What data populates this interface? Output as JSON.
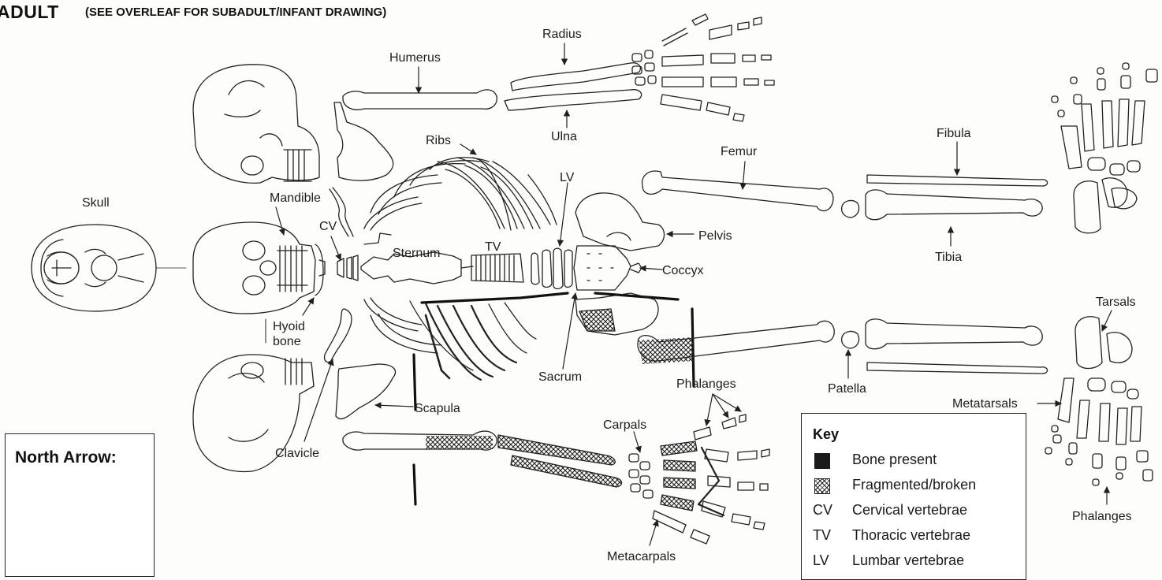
{
  "header": {
    "title": "ADULT",
    "subtitle": "(SEE OVERLEAF FOR SUBADULT/INFANT DRAWING)"
  },
  "labels": {
    "skull": "Skull",
    "mandible": "Mandible",
    "cv": "CV",
    "hyoid": "Hyoid",
    "bone": "bone",
    "clavicle": "Clavicle",
    "scapula": "Scapula",
    "humerus": "Humerus",
    "radius": "Radius",
    "ulna": "Ulna",
    "ribs": "Ribs",
    "sternum": "Sternum",
    "tv": "TV",
    "lv": "LV",
    "sacrum": "Sacrum",
    "coccyx": "Coccyx",
    "pelvis": "Pelvis",
    "femur": "Femur",
    "fibula": "Fibula",
    "tibia": "Tibia",
    "patella": "Patella",
    "tarsals": "Tarsals",
    "metatarsals": "Metatarsals",
    "phalanges_foot": "Phalanges",
    "phalanges_hand": "Phalanges",
    "carpals": "Carpals",
    "metacarpals": "Metacarpals"
  },
  "key": {
    "title": "Key",
    "rows": [
      {
        "symbol": "",
        "text": "Bone present",
        "swatch": "solid"
      },
      {
        "symbol": "",
        "text": "Fragmented/broken",
        "swatch": "hatch"
      },
      {
        "symbol": "CV",
        "text": "Cervical vertebrae"
      },
      {
        "symbol": "TV",
        "text": "Thoracic vertebrae"
      },
      {
        "symbol": "LV",
        "text": "Lumbar vertebrae"
      }
    ]
  },
  "north": {
    "title": "North Arrow:"
  },
  "colors": {
    "ink": "#1f1f1f",
    "paper": "#fdfdfb"
  }
}
